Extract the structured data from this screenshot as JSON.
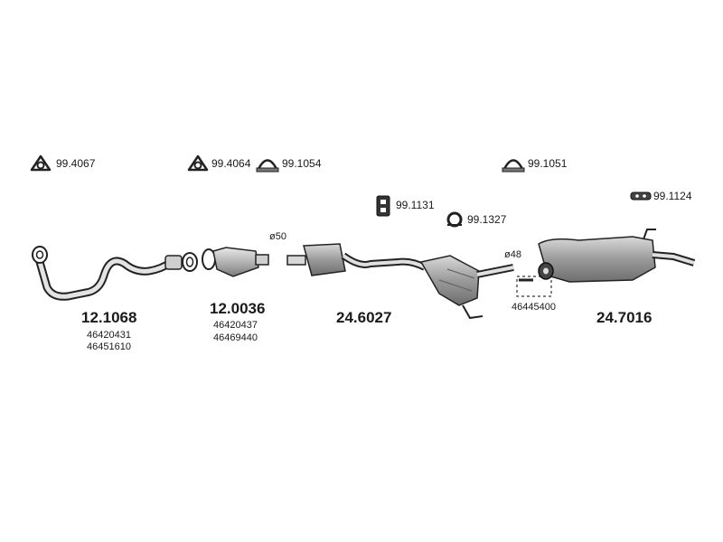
{
  "colors": {
    "line": "#222222",
    "fill_light": "#e6e6e6",
    "fill_mid": "#bdbdbd",
    "fill_dark": "#8a8a8a",
    "text": "#1a1a1a"
  },
  "accessories": [
    {
      "code": "99.4067",
      "icon": "triangle-gasket-icon"
    },
    {
      "code": "99.4064",
      "icon": "triangle-gasket-icon"
    },
    {
      "code": "99.1054",
      "icon": "clamp-icon"
    },
    {
      "code": "99.1131",
      "icon": "rubber-hanger-icon"
    },
    {
      "code": "99.1327",
      "icon": "ring-mount-icon"
    },
    {
      "code": "99.1051",
      "icon": "clamp-icon"
    },
    {
      "code": "99.1124",
      "icon": "bracket-icon"
    }
  ],
  "parts": [
    {
      "code": "12.1068",
      "oem": [
        "46420431",
        "46451610"
      ]
    },
    {
      "code": "12.0036",
      "oem": [
        "46420437",
        "46469440"
      ]
    },
    {
      "code": "24.6027",
      "oem": []
    },
    {
      "code": "24.7016",
      "oem": []
    }
  ],
  "dimensions": {
    "d50": "ø50",
    "d48": "ø48"
  },
  "spare_pipe_code": "46445400"
}
